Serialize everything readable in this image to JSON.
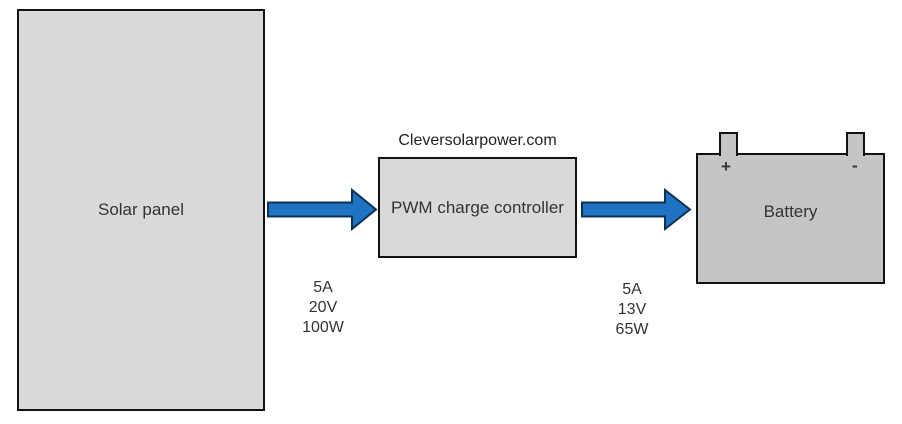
{
  "page": {
    "watermark": "Cleversolarpower.com"
  },
  "colors": {
    "background": "#ffffff",
    "box_fill_light": "#d9d9d9",
    "battery_fill": "#c5c5c5",
    "outline": "#111111",
    "arrow_fill": "#1e73c2",
    "arrow_stroke": "#0f3150",
    "text": "#333333"
  },
  "diagram": {
    "solar_panel": {
      "label": "Solar panel"
    },
    "controller": {
      "label": "PWM charge controller"
    },
    "battery": {
      "label": "Battery",
      "positive_terminal": "+",
      "negative_terminal": "-"
    },
    "flows": [
      {
        "name": "panel-to-controller",
        "specs": [
          "5A",
          "20V",
          "100W"
        ]
      },
      {
        "name": "controller-to-battery",
        "specs": [
          "5A",
          "13V",
          "65W"
        ]
      }
    ]
  }
}
